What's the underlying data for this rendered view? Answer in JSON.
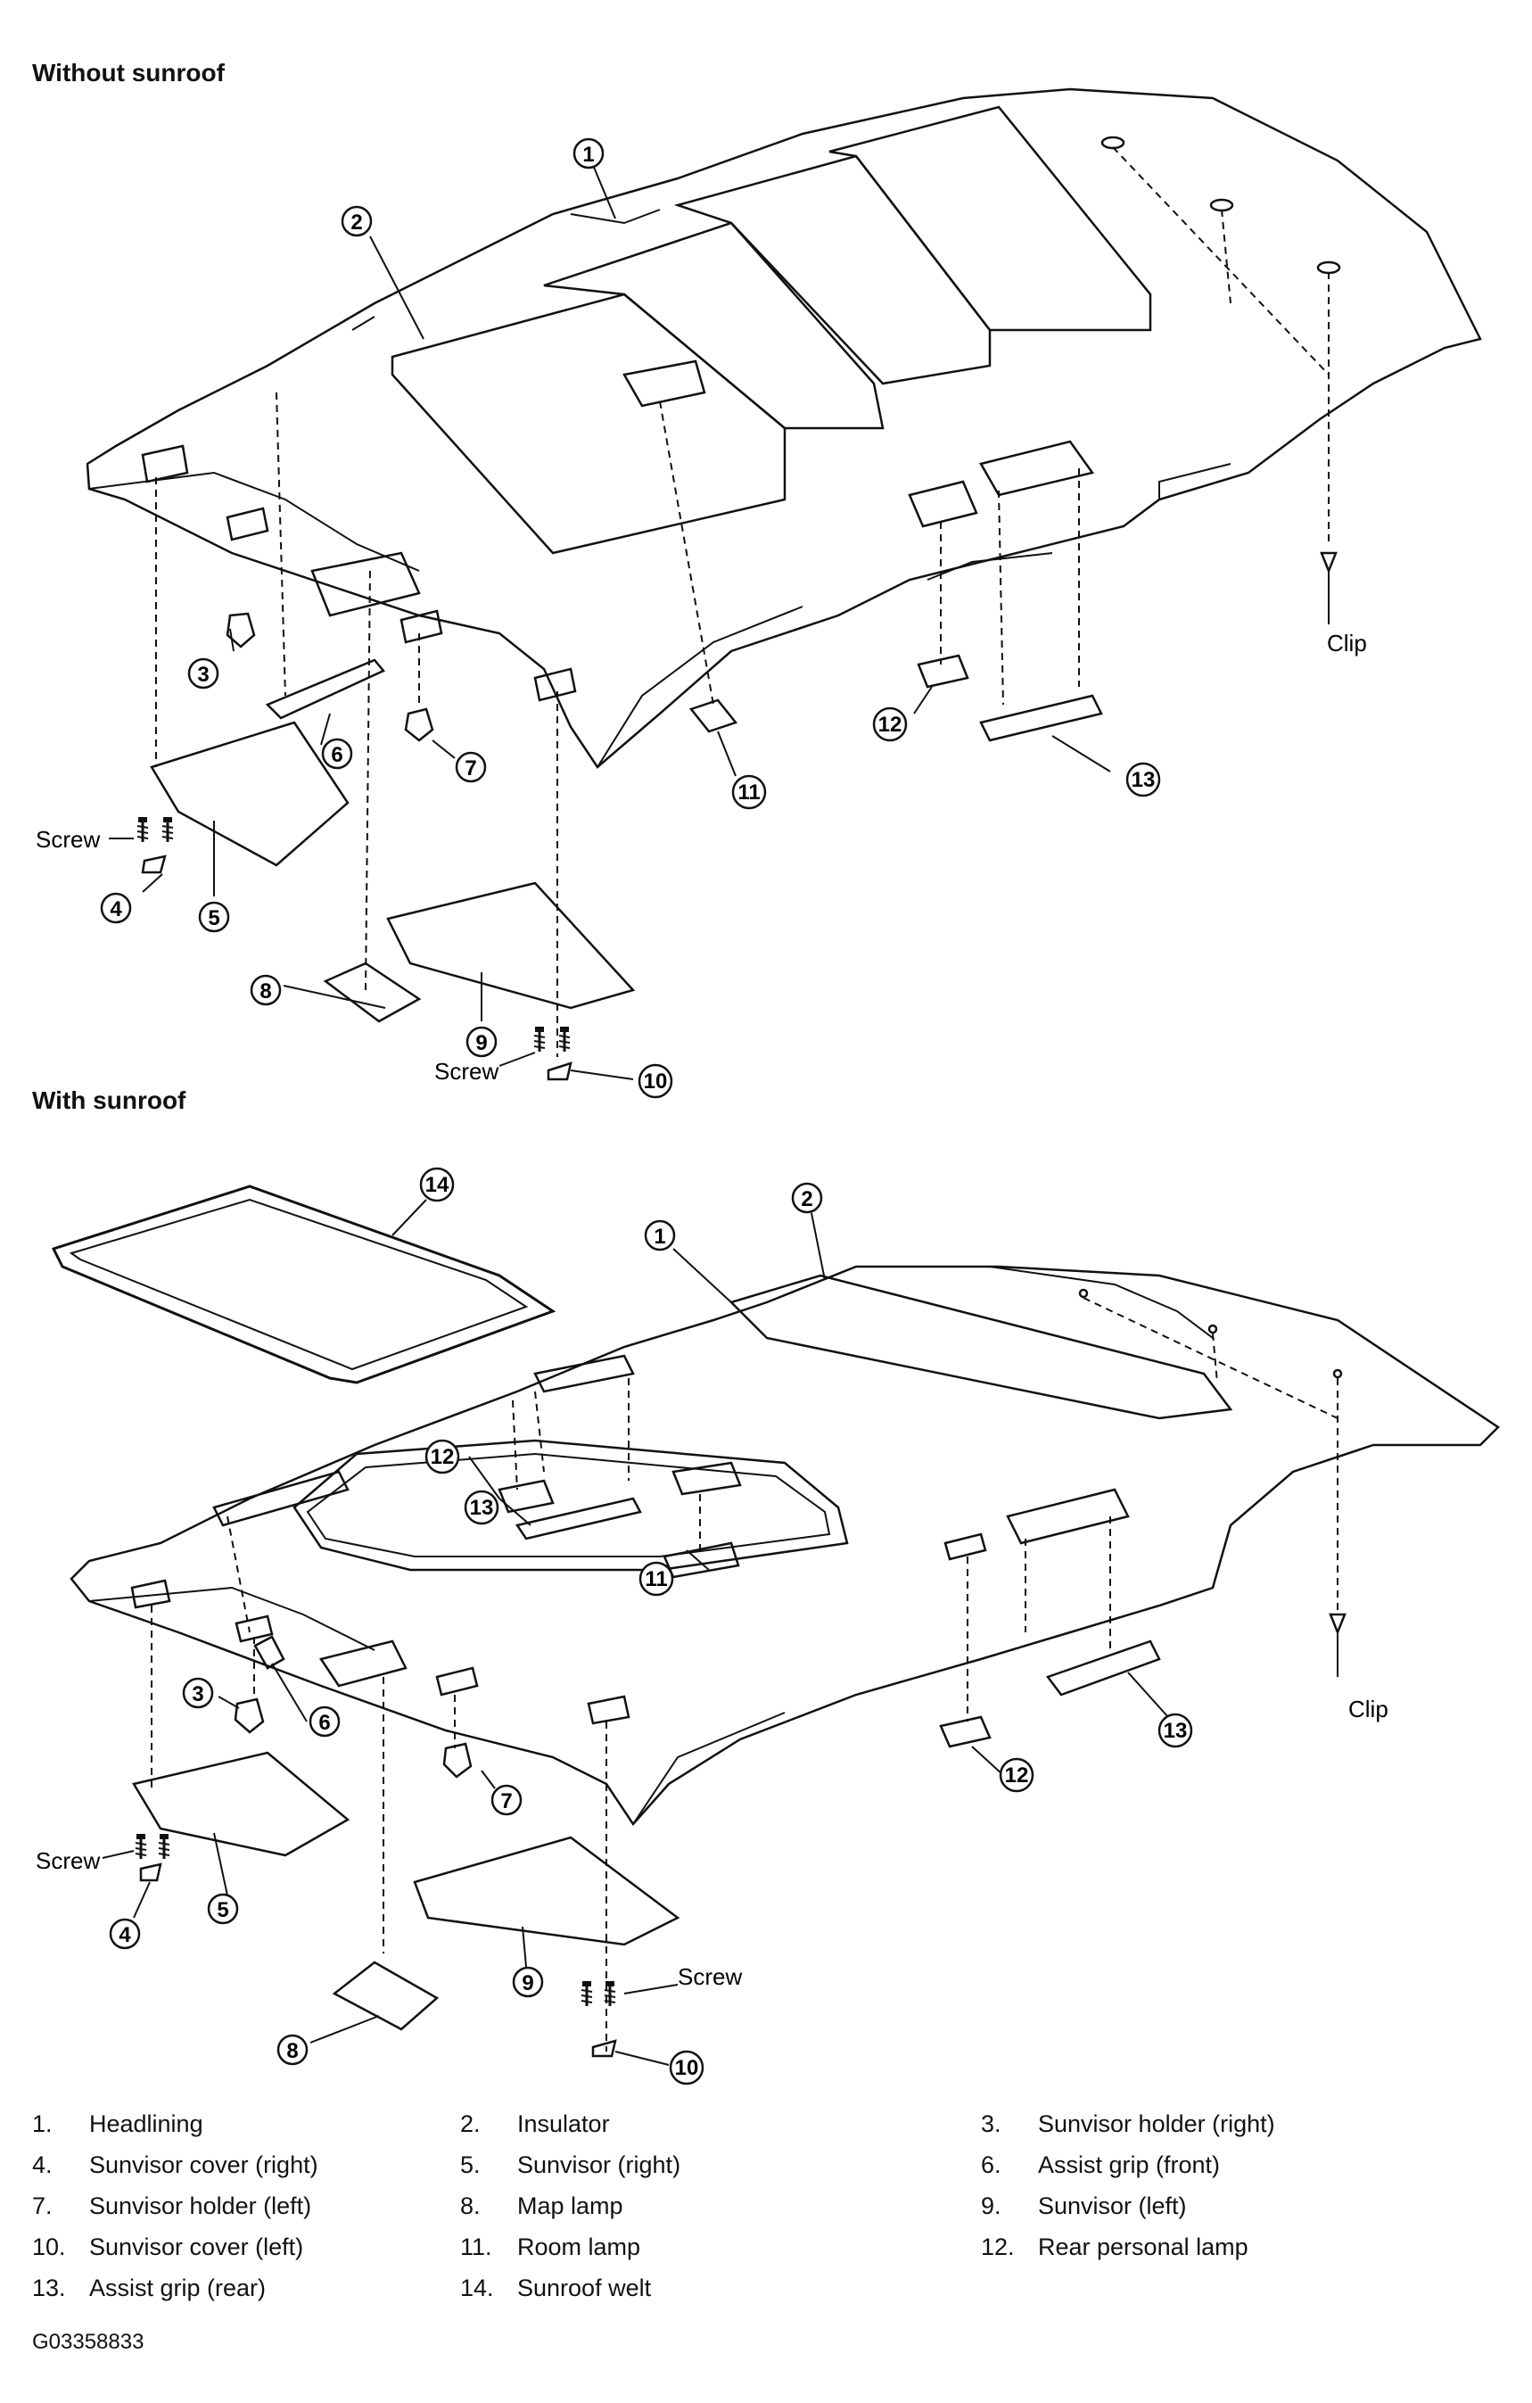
{
  "diagram": {
    "sections": [
      {
        "title": "Without sunroof"
      },
      {
        "title": "With sunroof"
      }
    ],
    "callouts": [
      "1",
      "2",
      "3",
      "4",
      "5",
      "6",
      "7",
      "8",
      "9",
      "10",
      "11",
      "12",
      "13",
      "14"
    ],
    "labels": {
      "screw": "Screw",
      "clip": "Clip"
    },
    "legend": [
      {
        "num": "1.",
        "label": "Headlining"
      },
      {
        "num": "2.",
        "label": "Insulator"
      },
      {
        "num": "3.",
        "label": "Sunvisor holder (right)"
      },
      {
        "num": "4.",
        "label": "Sunvisor cover (right)"
      },
      {
        "num": "5.",
        "label": "Sunvisor (right)"
      },
      {
        "num": "6.",
        "label": "Assist grip (front)"
      },
      {
        "num": "7.",
        "label": "Sunvisor holder (left)"
      },
      {
        "num": "8.",
        "label": "Map lamp"
      },
      {
        "num": "9.",
        "label": "Sunvisor (left)"
      },
      {
        "num": "10.",
        "label": "Sunvisor cover (left)"
      },
      {
        "num": "11.",
        "label": "Room lamp"
      },
      {
        "num": "12.",
        "label": "Rear personal lamp"
      },
      {
        "num": "13.",
        "label": "Assist grip (rear)"
      },
      {
        "num": "14.",
        "label": "Sunroof welt"
      }
    ],
    "figure_id": "G03358833"
  }
}
